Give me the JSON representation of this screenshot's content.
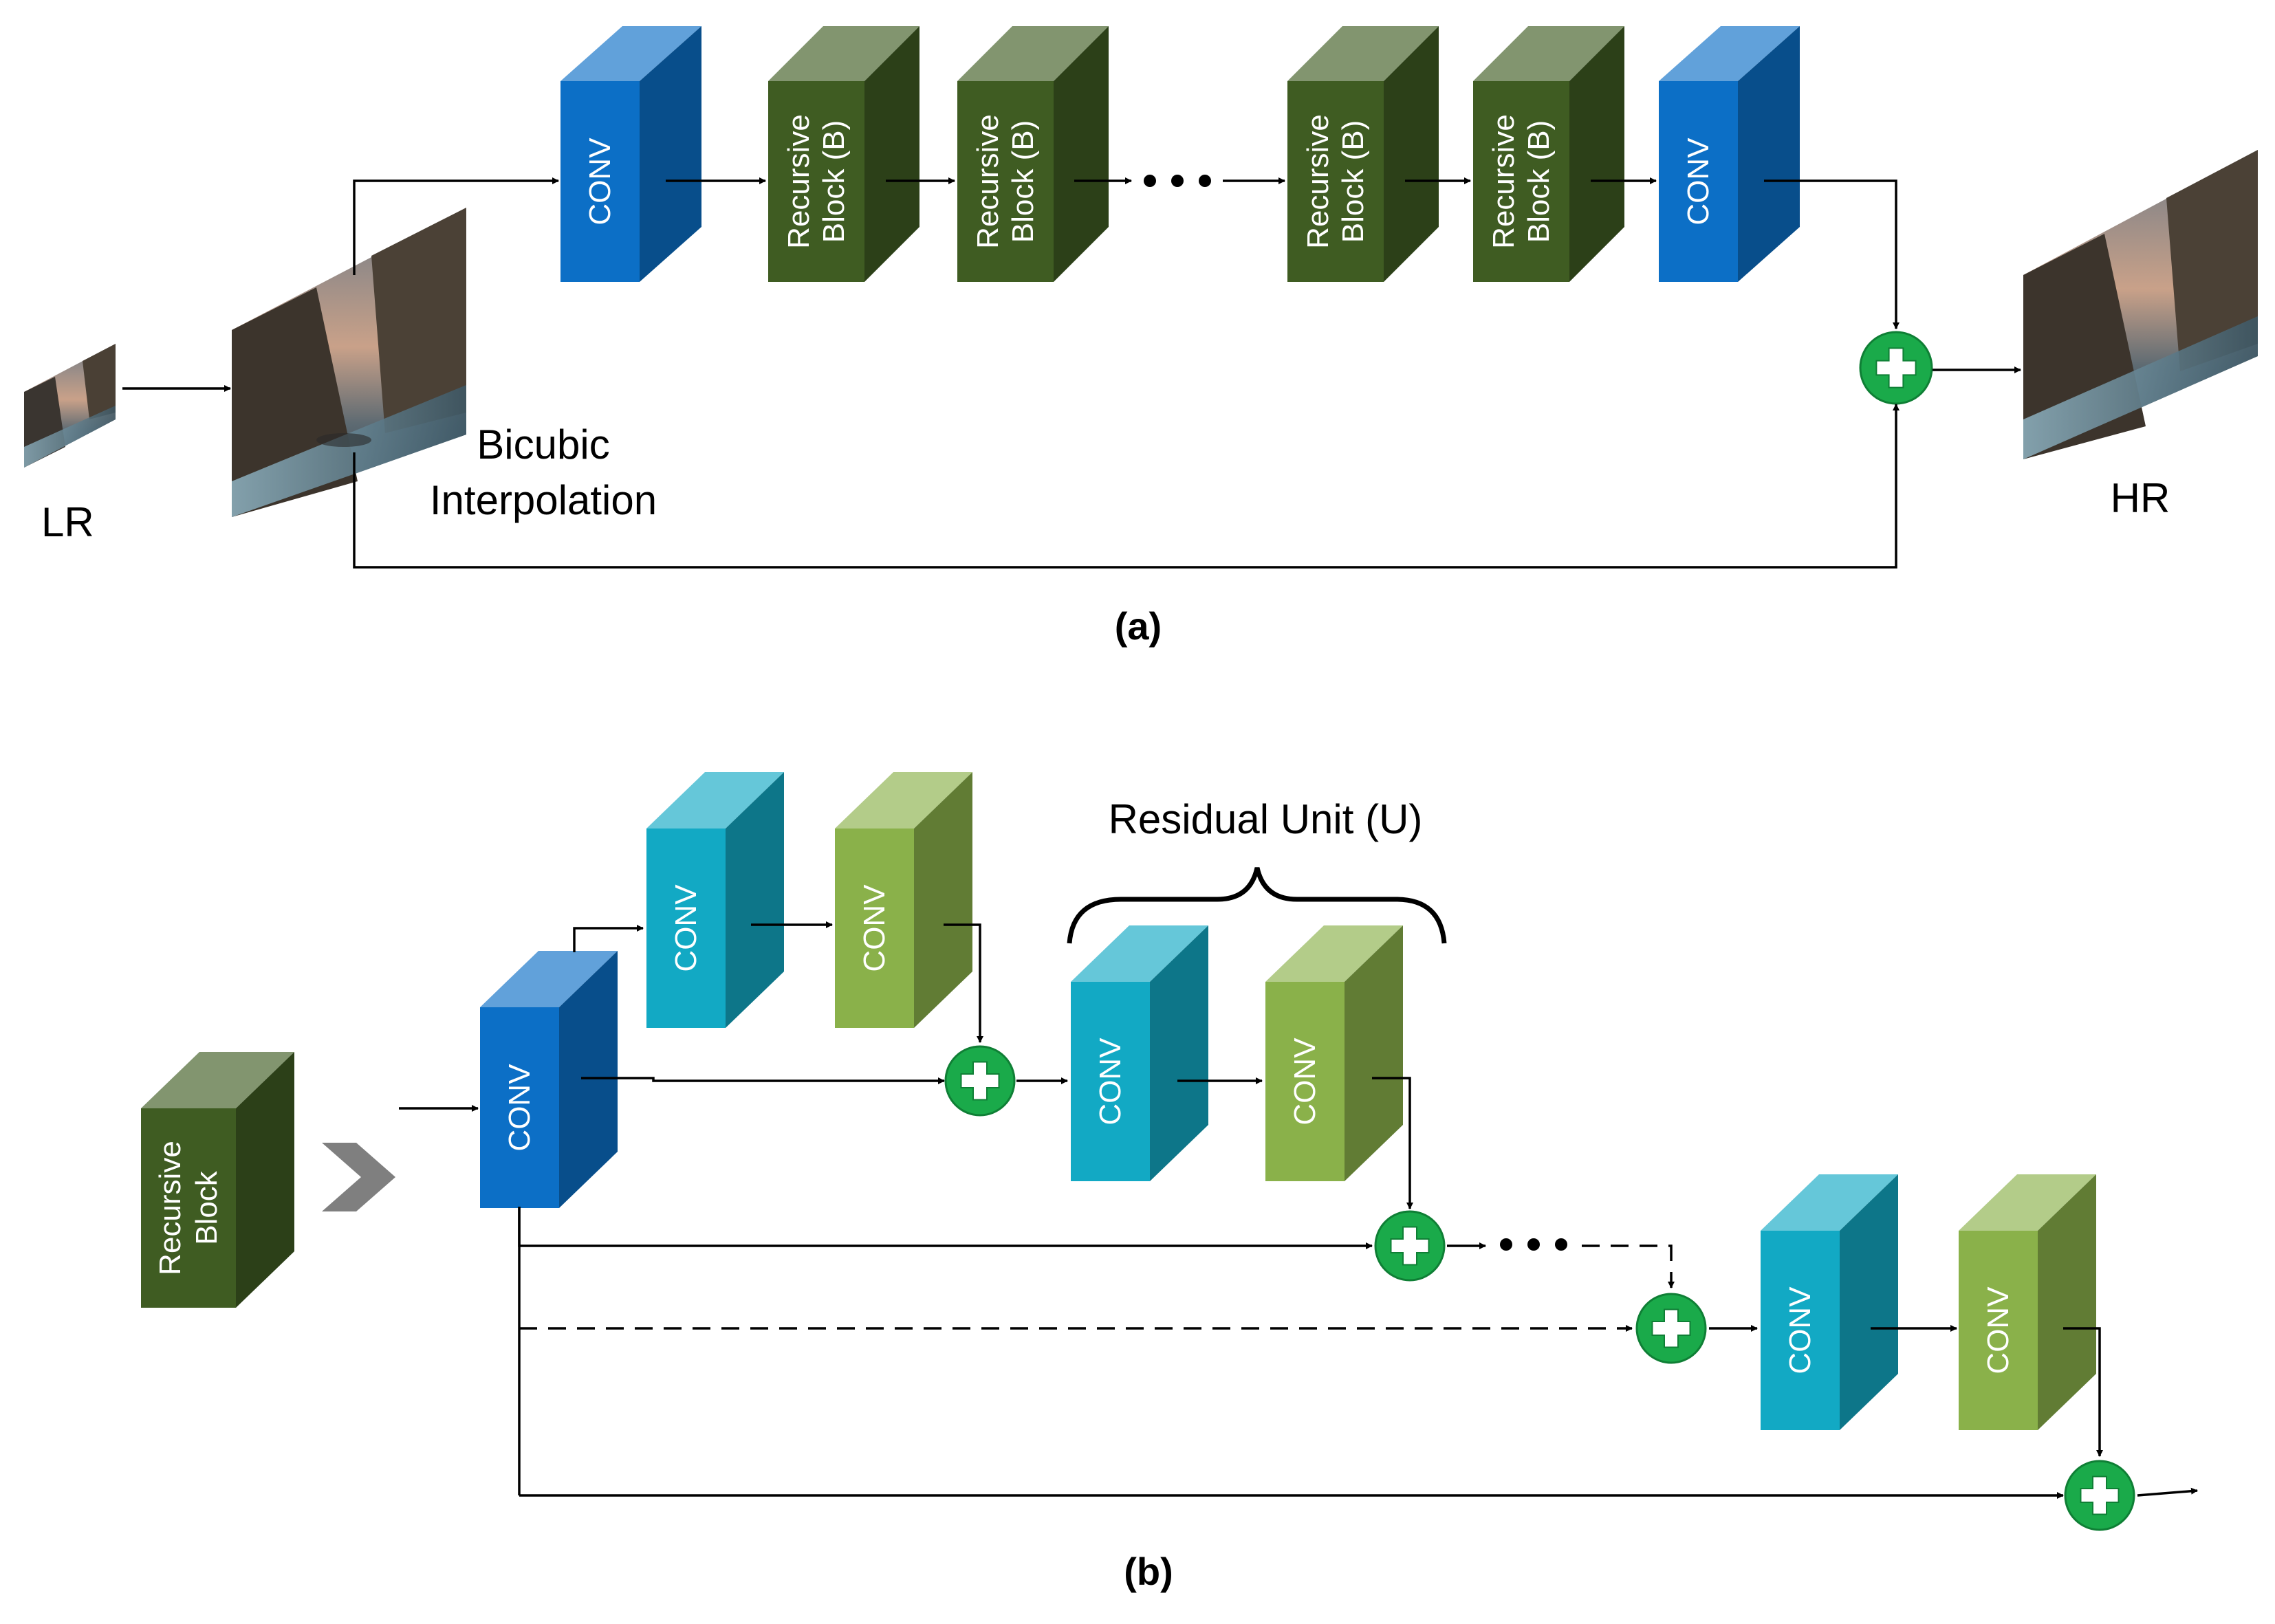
{
  "panel_a": {
    "caption": "(a)",
    "input_label": "LR",
    "interp_label_line1": "Bicubic",
    "interp_label_line2": "Interpolation",
    "output_label": "HR",
    "conv_label": "CONV",
    "block_line1": "Recursive",
    "block_line2": "Block (B)"
  },
  "panel_b": {
    "caption": "(b)",
    "block_line1": "Recursive",
    "block_line2": "Block",
    "residual_unit_label": "Residual Unit (U)",
    "conv_label": "CONV"
  },
  "colors": {
    "conv_blue": "#0c6fc6",
    "block_green": "#3f5c22",
    "conv_cyan": "#12a9c4",
    "conv_lightgreen": "#8ab14a",
    "adder_green": "#1aaa4a"
  },
  "icons": [
    "plus-icon",
    "chevron-right-icon",
    "ellipsis-icon",
    "photo-thumbnail"
  ]
}
